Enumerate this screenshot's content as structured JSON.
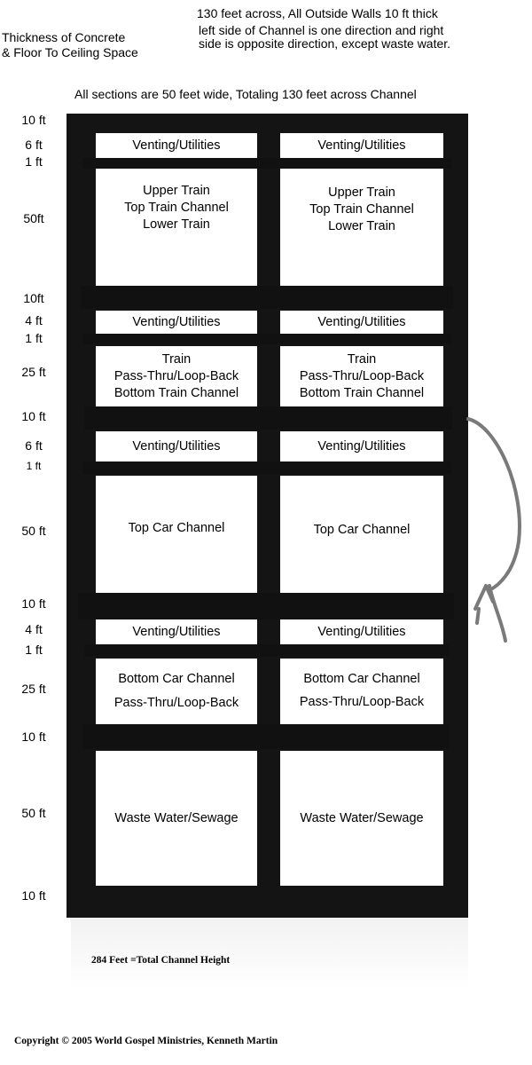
{
  "header": {
    "left_line1": "Thickness of Concrete",
    "left_line2": "& Floor To Ceiling Space",
    "right_line1": "130 feet across, All Outside Walls 10 ft thick",
    "right_line2": "left side of Channel is one direction and right",
    "right_line3": "side is opposite direction, except waste water.",
    "sections": "All sections are 50 feet wide, Totaling 130 feet across Channel"
  },
  "dimensions": [
    "10 ft",
    "6 ft",
    "1 ft",
    "50ft",
    "10ft",
    "4 ft",
    "1 ft",
    "25 ft",
    "10 ft",
    "6 ft",
    "1 ft",
    "50 ft",
    "10 ft",
    "4 ft",
    "1 ft",
    "25 ft",
    "10 ft",
    "50 ft",
    "10 ft"
  ],
  "rooms": {
    "r1_left": "Venting/Utilities",
    "r1_right": "Venting/Utilities",
    "r2_left": [
      "Upper Train",
      "Top Train Channel",
      "Lower Train"
    ],
    "r2_right": [
      "Upper Train",
      "Top Train Channel",
      "Lower Train"
    ],
    "r3_left": "Venting/Utilities",
    "r3_right": "Venting/Utilities",
    "r4_left": [
      "Train",
      "Pass-Thru/Loop-Back",
      "Bottom Train Channel"
    ],
    "r4_right": [
      "Train",
      "Pass-Thru/Loop-Back",
      "Bottom Train Channel"
    ],
    "r5_left": "Venting/Utilities",
    "r5_right": "Venting/Utilities",
    "r6_left": "Top Car Channel",
    "r6_right": "Top Car Channel",
    "r7_left": "Venting/Utilities",
    "r7_right": "Venting/Utilities",
    "r8_left": [
      "Bottom Car Channel",
      "Pass-Thru/Loop-Back"
    ],
    "r8_right": [
      "Bottom Car Channel",
      "Pass-Thru/Loop-Back"
    ],
    "r9_left": "Waste Water/Sewage",
    "r9_right": "Waste Water/Sewage"
  },
  "footer": {
    "total": "284 Feet =Total Channel Height",
    "copyright": "Copyright © 2005 World Gospel Ministries, Kenneth Martin"
  }
}
